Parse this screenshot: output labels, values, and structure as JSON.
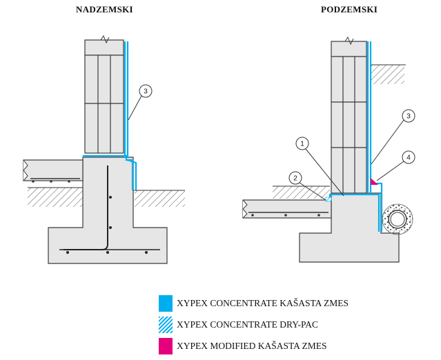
{
  "titles": {
    "left": "NADZEMSKI",
    "right": "PODZEMSKI"
  },
  "callouts": {
    "left": [
      "3"
    ],
    "right": [
      "1",
      "2",
      "3",
      "4"
    ]
  },
  "legend": [
    {
      "label": "XYPEX CONCENTRATE KAŠASTA ZMES",
      "color": "#00aeef",
      "pattern": "solid"
    },
    {
      "label": "XYPEX CONCENTRATE DRY-PAC",
      "color": "#00aeef",
      "pattern": "hatch"
    },
    {
      "label": "XYPEX MODIFIED KAŠASTA ZMES",
      "color": "#e6007e",
      "pattern": "solid"
    }
  ],
  "colors": {
    "concrete": "#e6e6e6",
    "outline": "#3a3a3a",
    "membrane": "#00aeef",
    "modified": "#e6007e"
  }
}
